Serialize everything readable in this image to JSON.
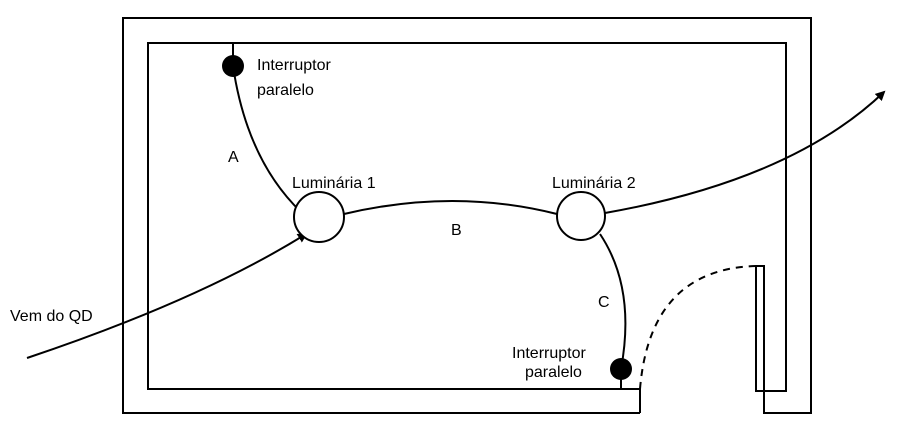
{
  "labels": {
    "switch_top_line1": "Interruptor",
    "switch_top_line2": "paralelo",
    "switch_bottom_line1": "Interruptor",
    "switch_bottom_line2": "paralelo",
    "lamp1": "Luminária 1",
    "lamp2": "Luminária 2",
    "segment_a": "A",
    "segment_b": "B",
    "segment_c": "C",
    "incoming": "Vem do QD"
  },
  "colors": {
    "stroke": "#000000",
    "fill": "#ffffff",
    "switch_fill": "#000000"
  }
}
